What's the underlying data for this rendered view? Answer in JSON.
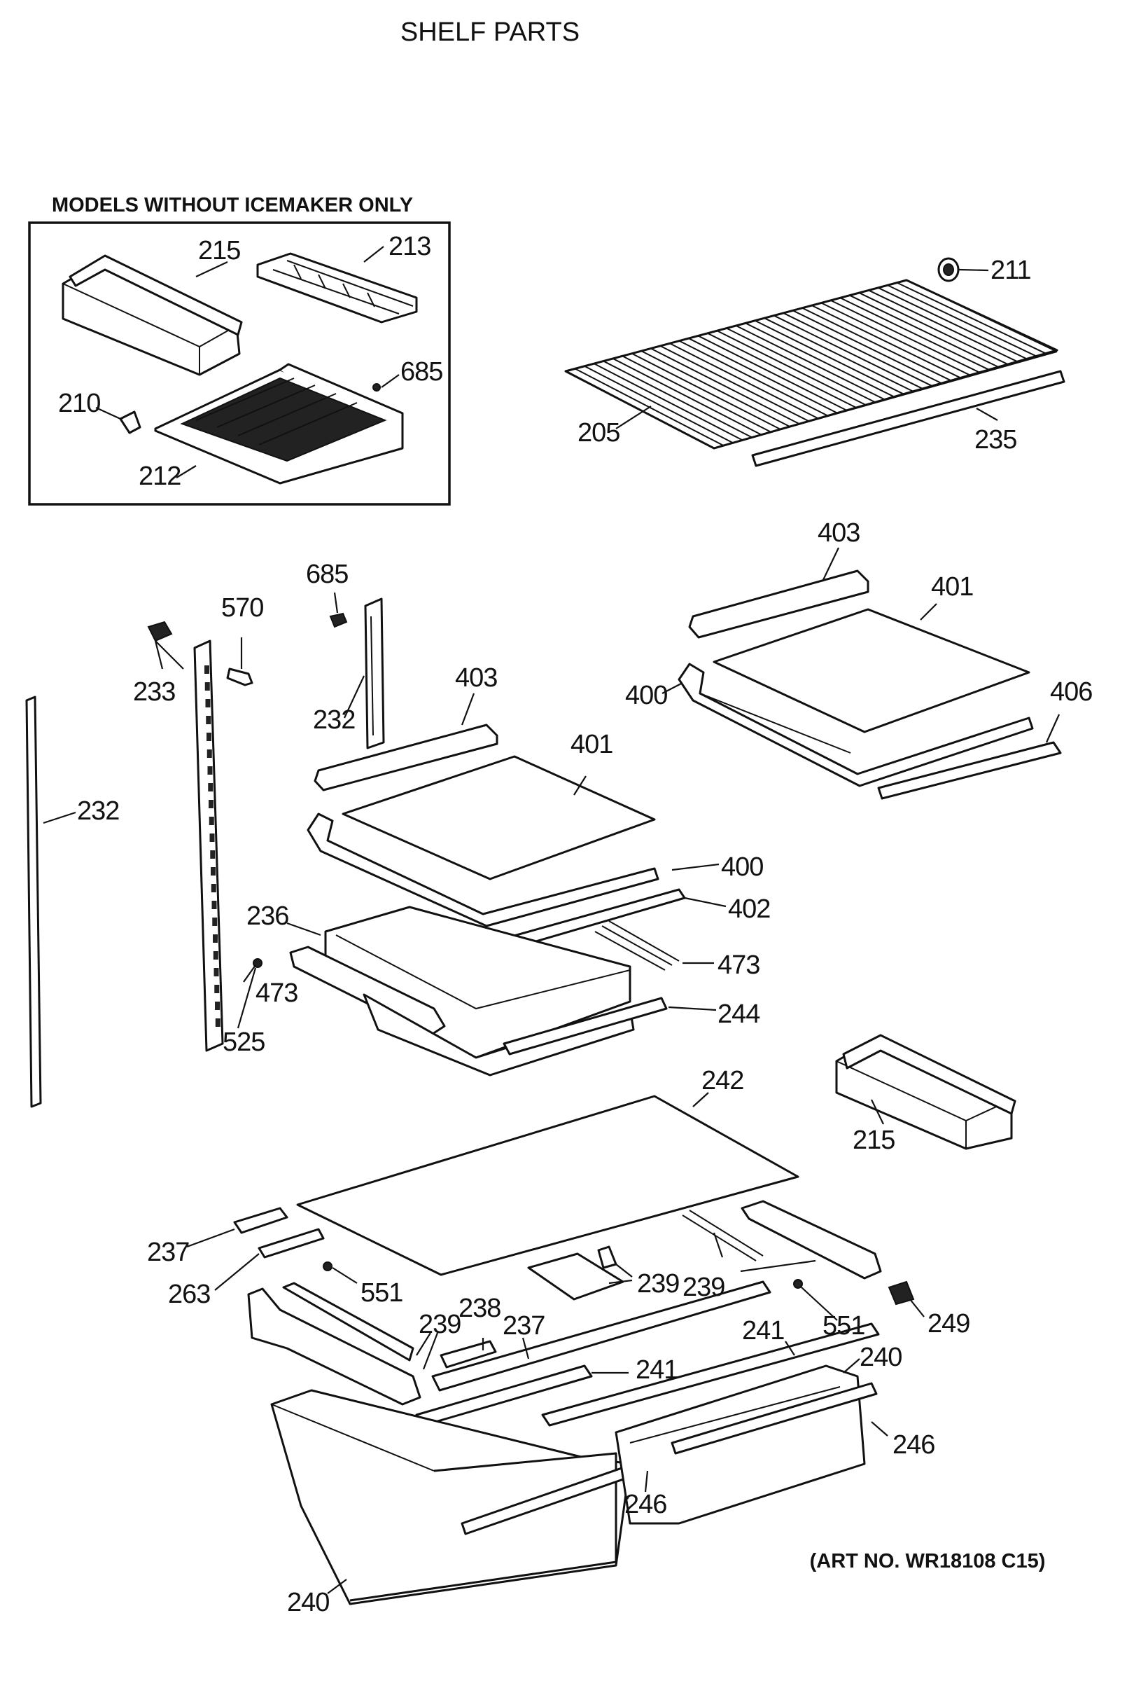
{
  "title": "SHELF PARTS",
  "inset_title": "MODELS WITHOUT ICEMAKER ONLY",
  "art_number": "(ART NO. WR18108 C15)",
  "callouts": [
    {
      "id": "c215a",
      "text": "215"
    },
    {
      "id": "c213",
      "text": "213"
    },
    {
      "id": "c685a",
      "text": "685"
    },
    {
      "id": "c210",
      "text": "210"
    },
    {
      "id": "c212",
      "text": "212"
    },
    {
      "id": "c211",
      "text": "211"
    },
    {
      "id": "c205",
      "text": "205"
    },
    {
      "id": "c235",
      "text": "235"
    },
    {
      "id": "c403a",
      "text": "403"
    },
    {
      "id": "c401a",
      "text": "401"
    },
    {
      "id": "c400a",
      "text": "400"
    },
    {
      "id": "c406",
      "text": "406"
    },
    {
      "id": "c685b",
      "text": "685"
    },
    {
      "id": "c570",
      "text": "570"
    },
    {
      "id": "c233",
      "text": "233"
    },
    {
      "id": "c232a",
      "text": "232"
    },
    {
      "id": "c403b",
      "text": "403"
    },
    {
      "id": "c401b",
      "text": "401"
    },
    {
      "id": "c232b",
      "text": "232"
    },
    {
      "id": "c400b",
      "text": "400"
    },
    {
      "id": "c402",
      "text": "402"
    },
    {
      "id": "c236",
      "text": "236"
    },
    {
      "id": "c473a",
      "text": "473"
    },
    {
      "id": "c473b",
      "text": "473"
    },
    {
      "id": "c244",
      "text": "244"
    },
    {
      "id": "c525",
      "text": "525"
    },
    {
      "id": "c242",
      "text": "242"
    },
    {
      "id": "c215b",
      "text": "215"
    },
    {
      "id": "c237a",
      "text": "237"
    },
    {
      "id": "c263",
      "text": "263"
    },
    {
      "id": "c551a",
      "text": "551"
    },
    {
      "id": "c239a",
      "text": "239"
    },
    {
      "id": "c239b",
      "text": "239"
    },
    {
      "id": "c238",
      "text": "238"
    },
    {
      "id": "c237b",
      "text": "237"
    },
    {
      "id": "c239c",
      "text": "239"
    },
    {
      "id": "c551b",
      "text": "551"
    },
    {
      "id": "c249",
      "text": "249"
    },
    {
      "id": "c241a",
      "text": "241"
    },
    {
      "id": "c241b",
      "text": "241"
    },
    {
      "id": "c240a",
      "text": "240"
    },
    {
      "id": "c246a",
      "text": "246"
    },
    {
      "id": "c246b",
      "text": "246"
    },
    {
      "id": "c240b",
      "text": "240"
    }
  ]
}
